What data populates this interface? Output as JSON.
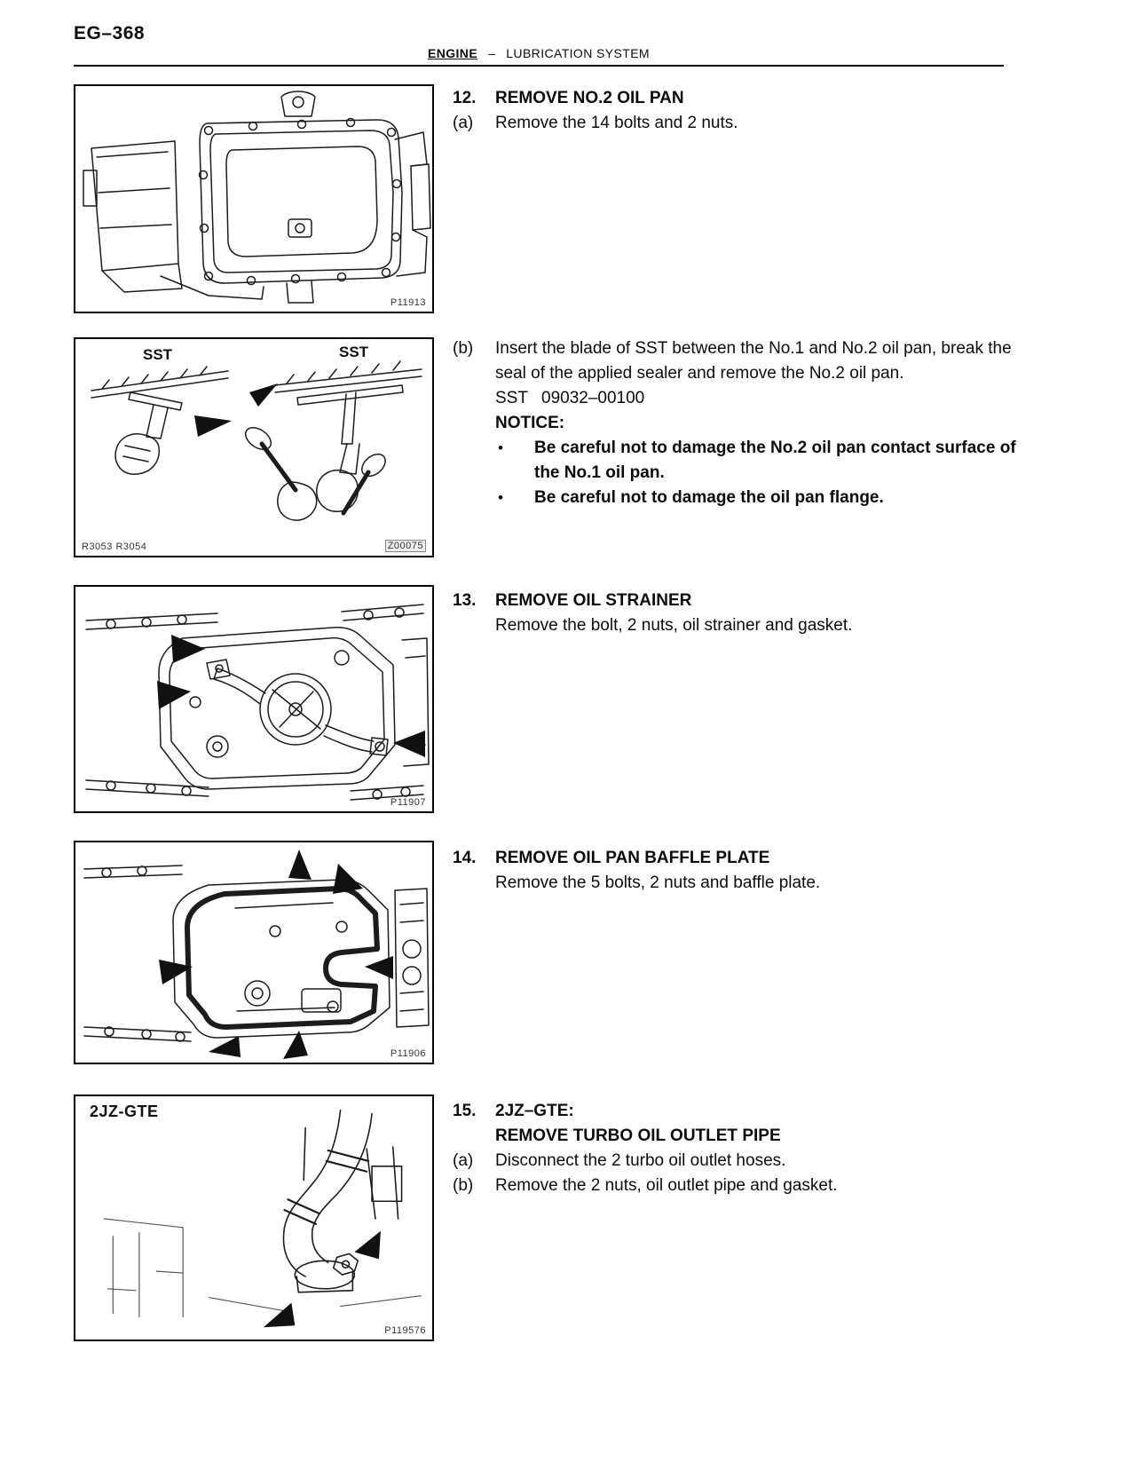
{
  "page": {
    "number": "EG–368",
    "header": {
      "section": "ENGINE",
      "dash": "–",
      "subsection": "LUBRICATION SYSTEM"
    }
  },
  "figures": {
    "fig1": {
      "code": "P11913"
    },
    "fig2": {
      "label_left": "SST",
      "label_right": "SST",
      "code_left": "R3053 R3054",
      "code_right": "Z00075"
    },
    "fig3": {
      "code": "P11907"
    },
    "fig4": {
      "code": "P11906"
    },
    "fig5": {
      "label": "2JZ-GTE",
      "code": "P119576"
    }
  },
  "steps": {
    "s12": {
      "num": "12.",
      "title": "REMOVE NO.2 OIL PAN",
      "a_num": "(a)",
      "a_text": "Remove the 14 bolts and 2 nuts.",
      "b_num": "(b)",
      "b_text": "Insert the blade of SST between the No.1 and No.2 oil pan, break the seal of the applied sealer and remove the No.2 oil pan.",
      "sst_label": "SST",
      "sst_number": "09032–00100",
      "notice_label": "NOTICE:",
      "bullet_char": "•",
      "notice_1": "Be careful not to damage the No.2 oil pan contact surface of the No.1 oil pan.",
      "notice_2": "Be careful not to damage the oil pan flange."
    },
    "s13": {
      "num": "13.",
      "title": "REMOVE OIL STRAINER",
      "body": "Remove the bolt, 2 nuts, oil strainer and gasket."
    },
    "s14": {
      "num": "14.",
      "title": "REMOVE OIL PAN BAFFLE PLATE",
      "body": "Remove the 5 bolts, 2 nuts and baffle plate."
    },
    "s15": {
      "num": "15.",
      "title1": "2JZ–GTE:",
      "title2": "REMOVE TURBO OIL OUTLET PIPE",
      "a_num": "(a)",
      "a_text": "Disconnect the 2 turbo oil outlet hoses.",
      "b_num": "(b)",
      "b_text": "Remove the 2 nuts, oil outlet pipe and gasket."
    }
  }
}
